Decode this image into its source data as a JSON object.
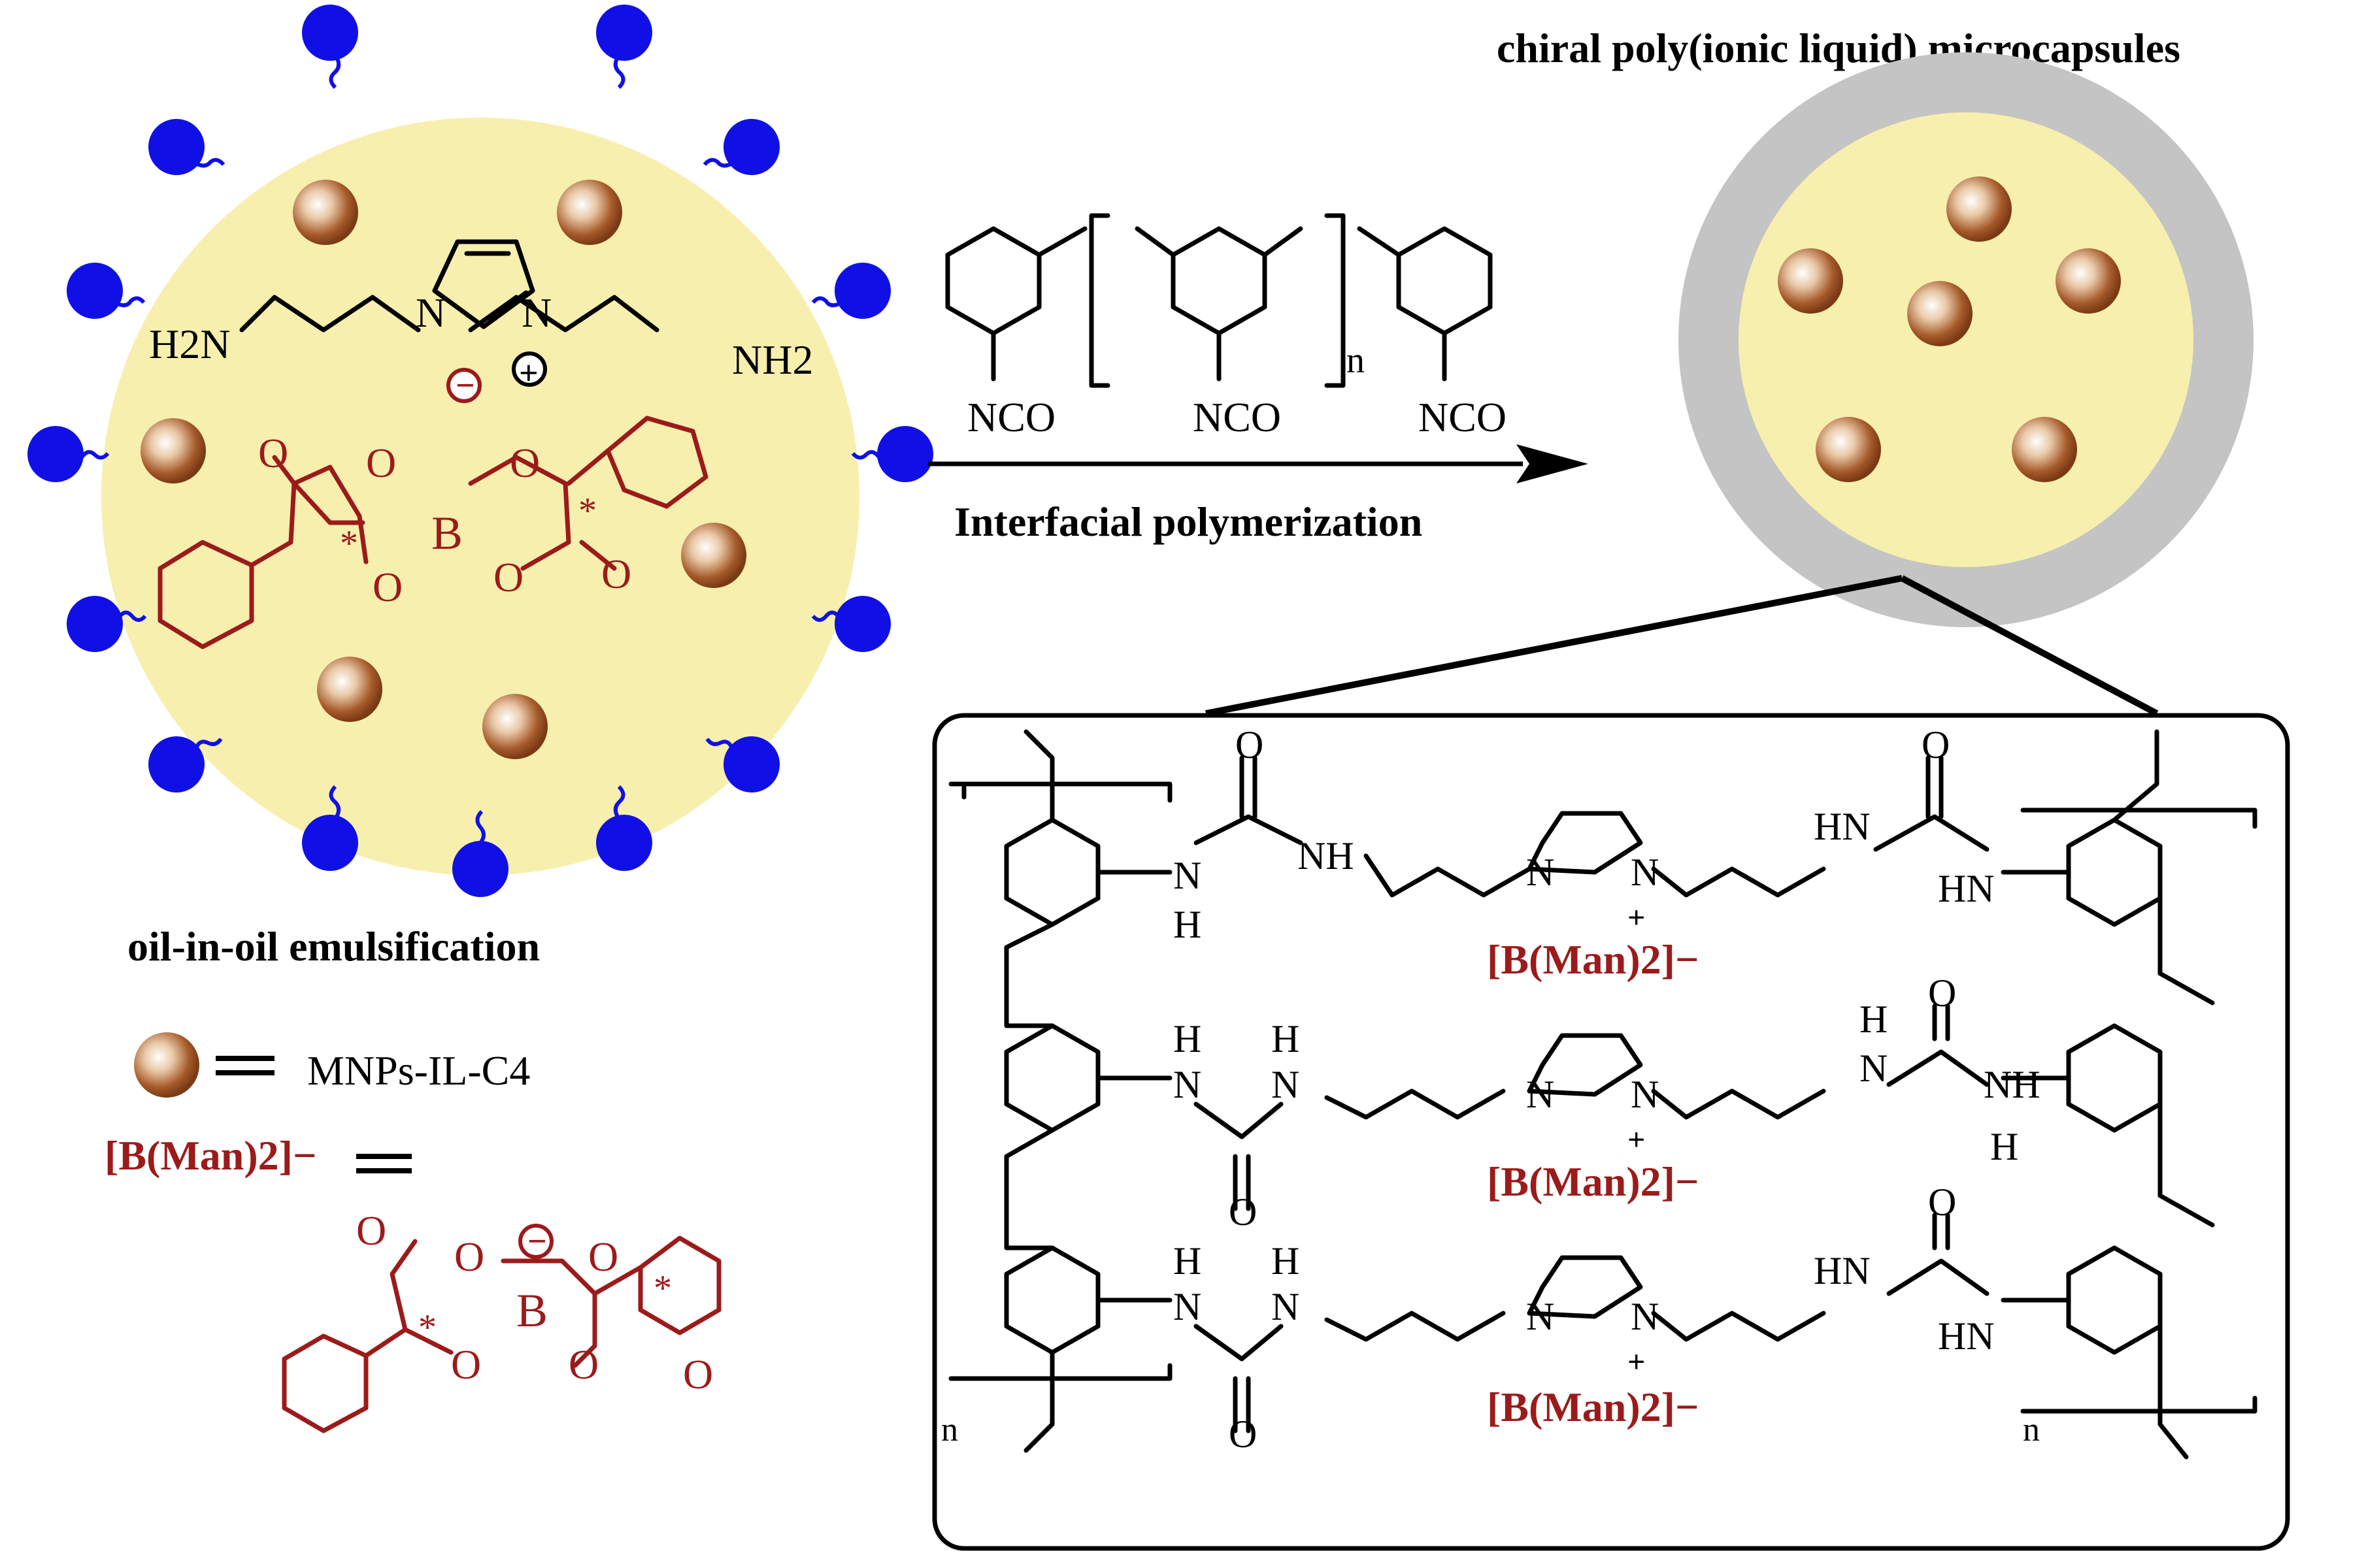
{
  "title": "chiral poly(ionic liquid) microcapsules",
  "emulsion_label": "oil-in-oil emulsification",
  "reaction_label": "Interfacial polymerization",
  "legend": {
    "particle_label": "MNPs-IL-C4",
    "anion_label": "[B(Man)2]−",
    "equals": "="
  },
  "monomer": {
    "nh2_left": "H2N",
    "nh2_right": "NH2",
    "n1": "N",
    "n2": "N",
    "plus": "+"
  },
  "crosslinker": {
    "nco": "NCO",
    "repeat": "n"
  },
  "borate": {
    "o": "O",
    "b": "B",
    "minus": "−",
    "star": "*"
  },
  "polymer": {
    "anion": "[B(Man)2]−",
    "nh": "NH",
    "hn": "HN",
    "h": "H",
    "n": "N",
    "o": "O",
    "repeat": "n",
    "plus": "+"
  },
  "colors": {
    "oil_droplet": "#f7efae",
    "surfactant": "#1010e6",
    "particle": "#a0522d",
    "shell": "#c4c4c4",
    "anion_red": "#9b1b1b"
  }
}
